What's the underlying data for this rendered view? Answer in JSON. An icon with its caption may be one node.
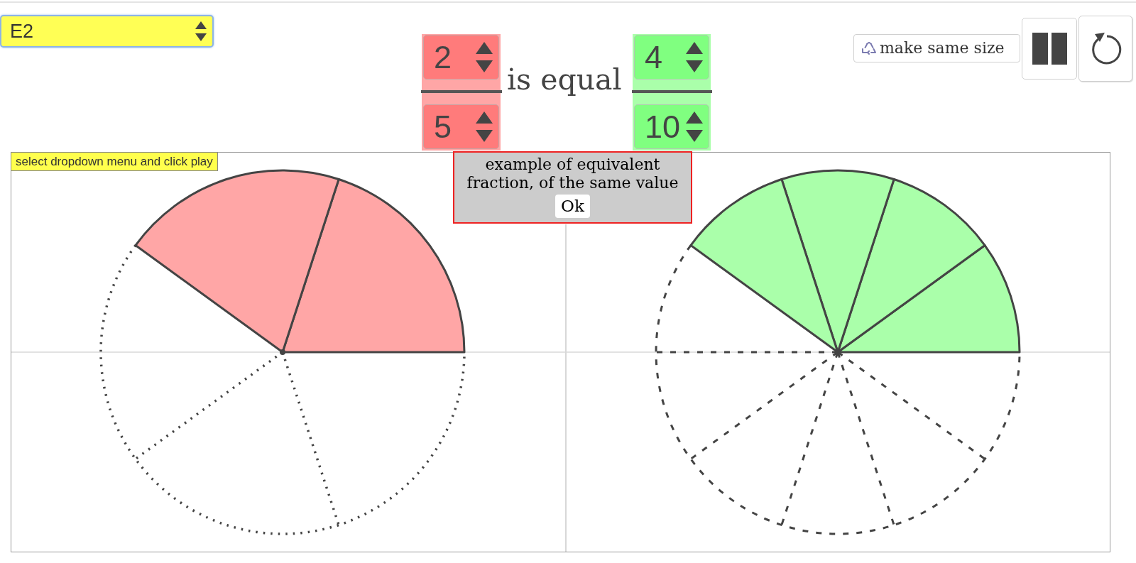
{
  "diagram": {
    "labels": [
      "E2",
      "2",
      "5",
      "is equal",
      "4",
      "10",
      "make same size",
      "select dropdown menu and click play",
      "example of equivalent fraction, of the same value",
      "Ok"
    ]
  }
}
